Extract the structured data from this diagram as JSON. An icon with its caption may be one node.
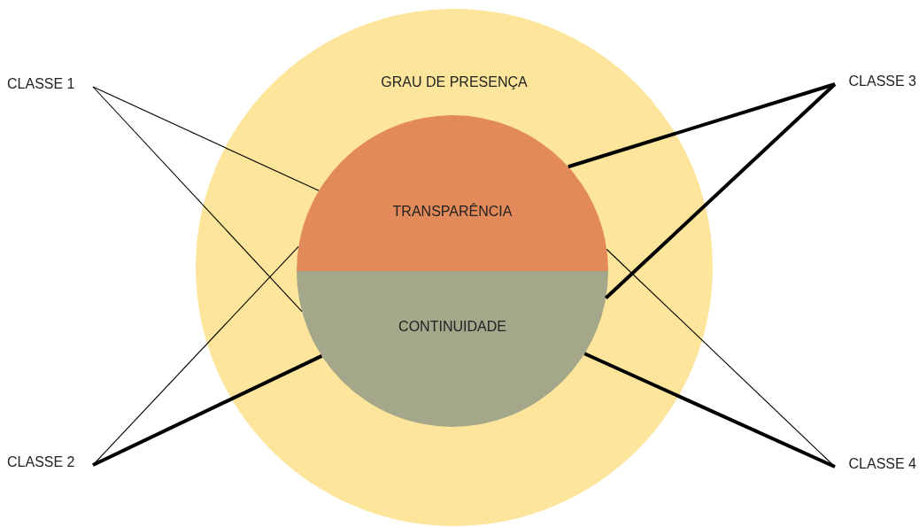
{
  "diagram": {
    "nodes": [
      {
        "text": [
          "GRAU DE PRESENÇA"
        ]
      },
      {
        "text": [
          "TRANSPARÊNCIA"
        ],
        "in": 0
      },
      {
        "text": [
          "CONTINUIDADE"
        ],
        "in": 0
      },
      {
        "text": [
          "CLASSE 1"
        ]
      },
      {
        "text": [
          "CLASSE 2"
        ]
      },
      {
        "text": [
          "CLASSE 3"
        ]
      },
      {
        "text": [
          "CLASSE 4"
        ]
      }
    ],
    "edges": [
      {
        "from": 3,
        "to": 1,
        "arrow": "none"
      },
      {
        "from": 3,
        "to": 2,
        "arrow": "none"
      },
      {
        "from": 4,
        "to": 1,
        "arrow": "none"
      },
      {
        "from": 4,
        "to": 2,
        "arrow": "none",
        "style": "thick"
      },
      {
        "from": 5,
        "to": 1,
        "arrow": "none",
        "style": "thick"
      },
      {
        "from": 5,
        "to": 2,
        "arrow": "none",
        "style": "thick"
      },
      {
        "from": 6,
        "to": 1,
        "arrow": "none"
      },
      {
        "from": 6,
        "to": 2,
        "arrow": "none",
        "style": "thick"
      }
    ]
  }
}
